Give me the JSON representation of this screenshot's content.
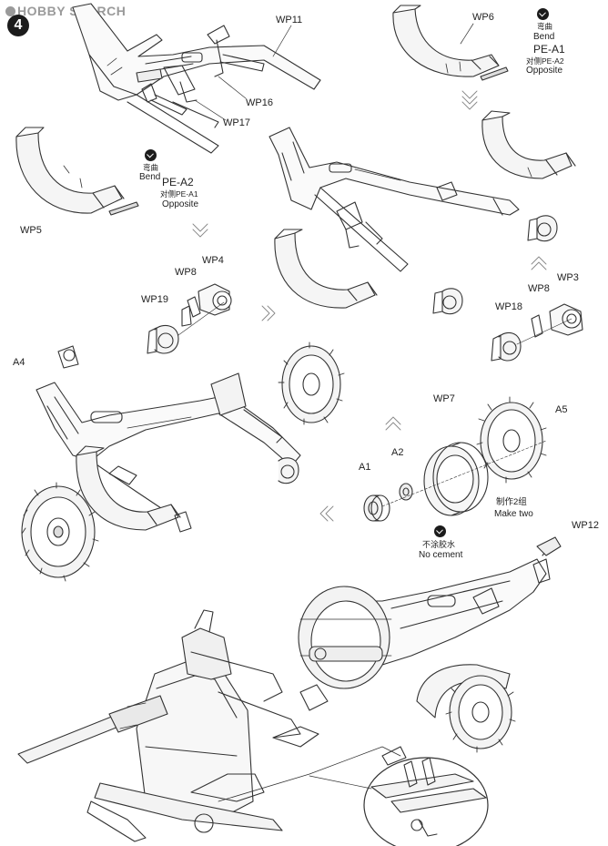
{
  "watermark": "HOBBY SEARCH",
  "step_number": "4",
  "labels": {
    "wp11": "WP11",
    "wp16": "WP16",
    "wp17": "WP17",
    "wp6": "WP6",
    "wp5": "WP5",
    "pe_a2": "PE-A2",
    "pe_a1": "PE-A1",
    "wp4": "WP4",
    "wp8_left": "WP8",
    "wp19": "WP19",
    "wp3": "WP3",
    "wp8_right": "WP8",
    "wp18": "WP18",
    "a4": "A4",
    "wp7": "WP7",
    "a5": "A5",
    "a2": "A2",
    "a1": "A1",
    "wp12": "WP12"
  },
  "notes": {
    "bend_cn_left": "弯曲",
    "bend_en_left": "Bend",
    "opposite_cn_left": "对侧PE-A1",
    "opposite_en_left": "Opposite",
    "bend_cn_right": "弯曲",
    "bend_en_right": "Bend",
    "opposite_cn_right": "对侧PE-A2",
    "opposite_en_right": "Opposite",
    "make_two_cn": "制作2组",
    "make_two_en": "Make two",
    "no_cement_cn": "不涂胶水",
    "no_cement_en": "No cement"
  }
}
